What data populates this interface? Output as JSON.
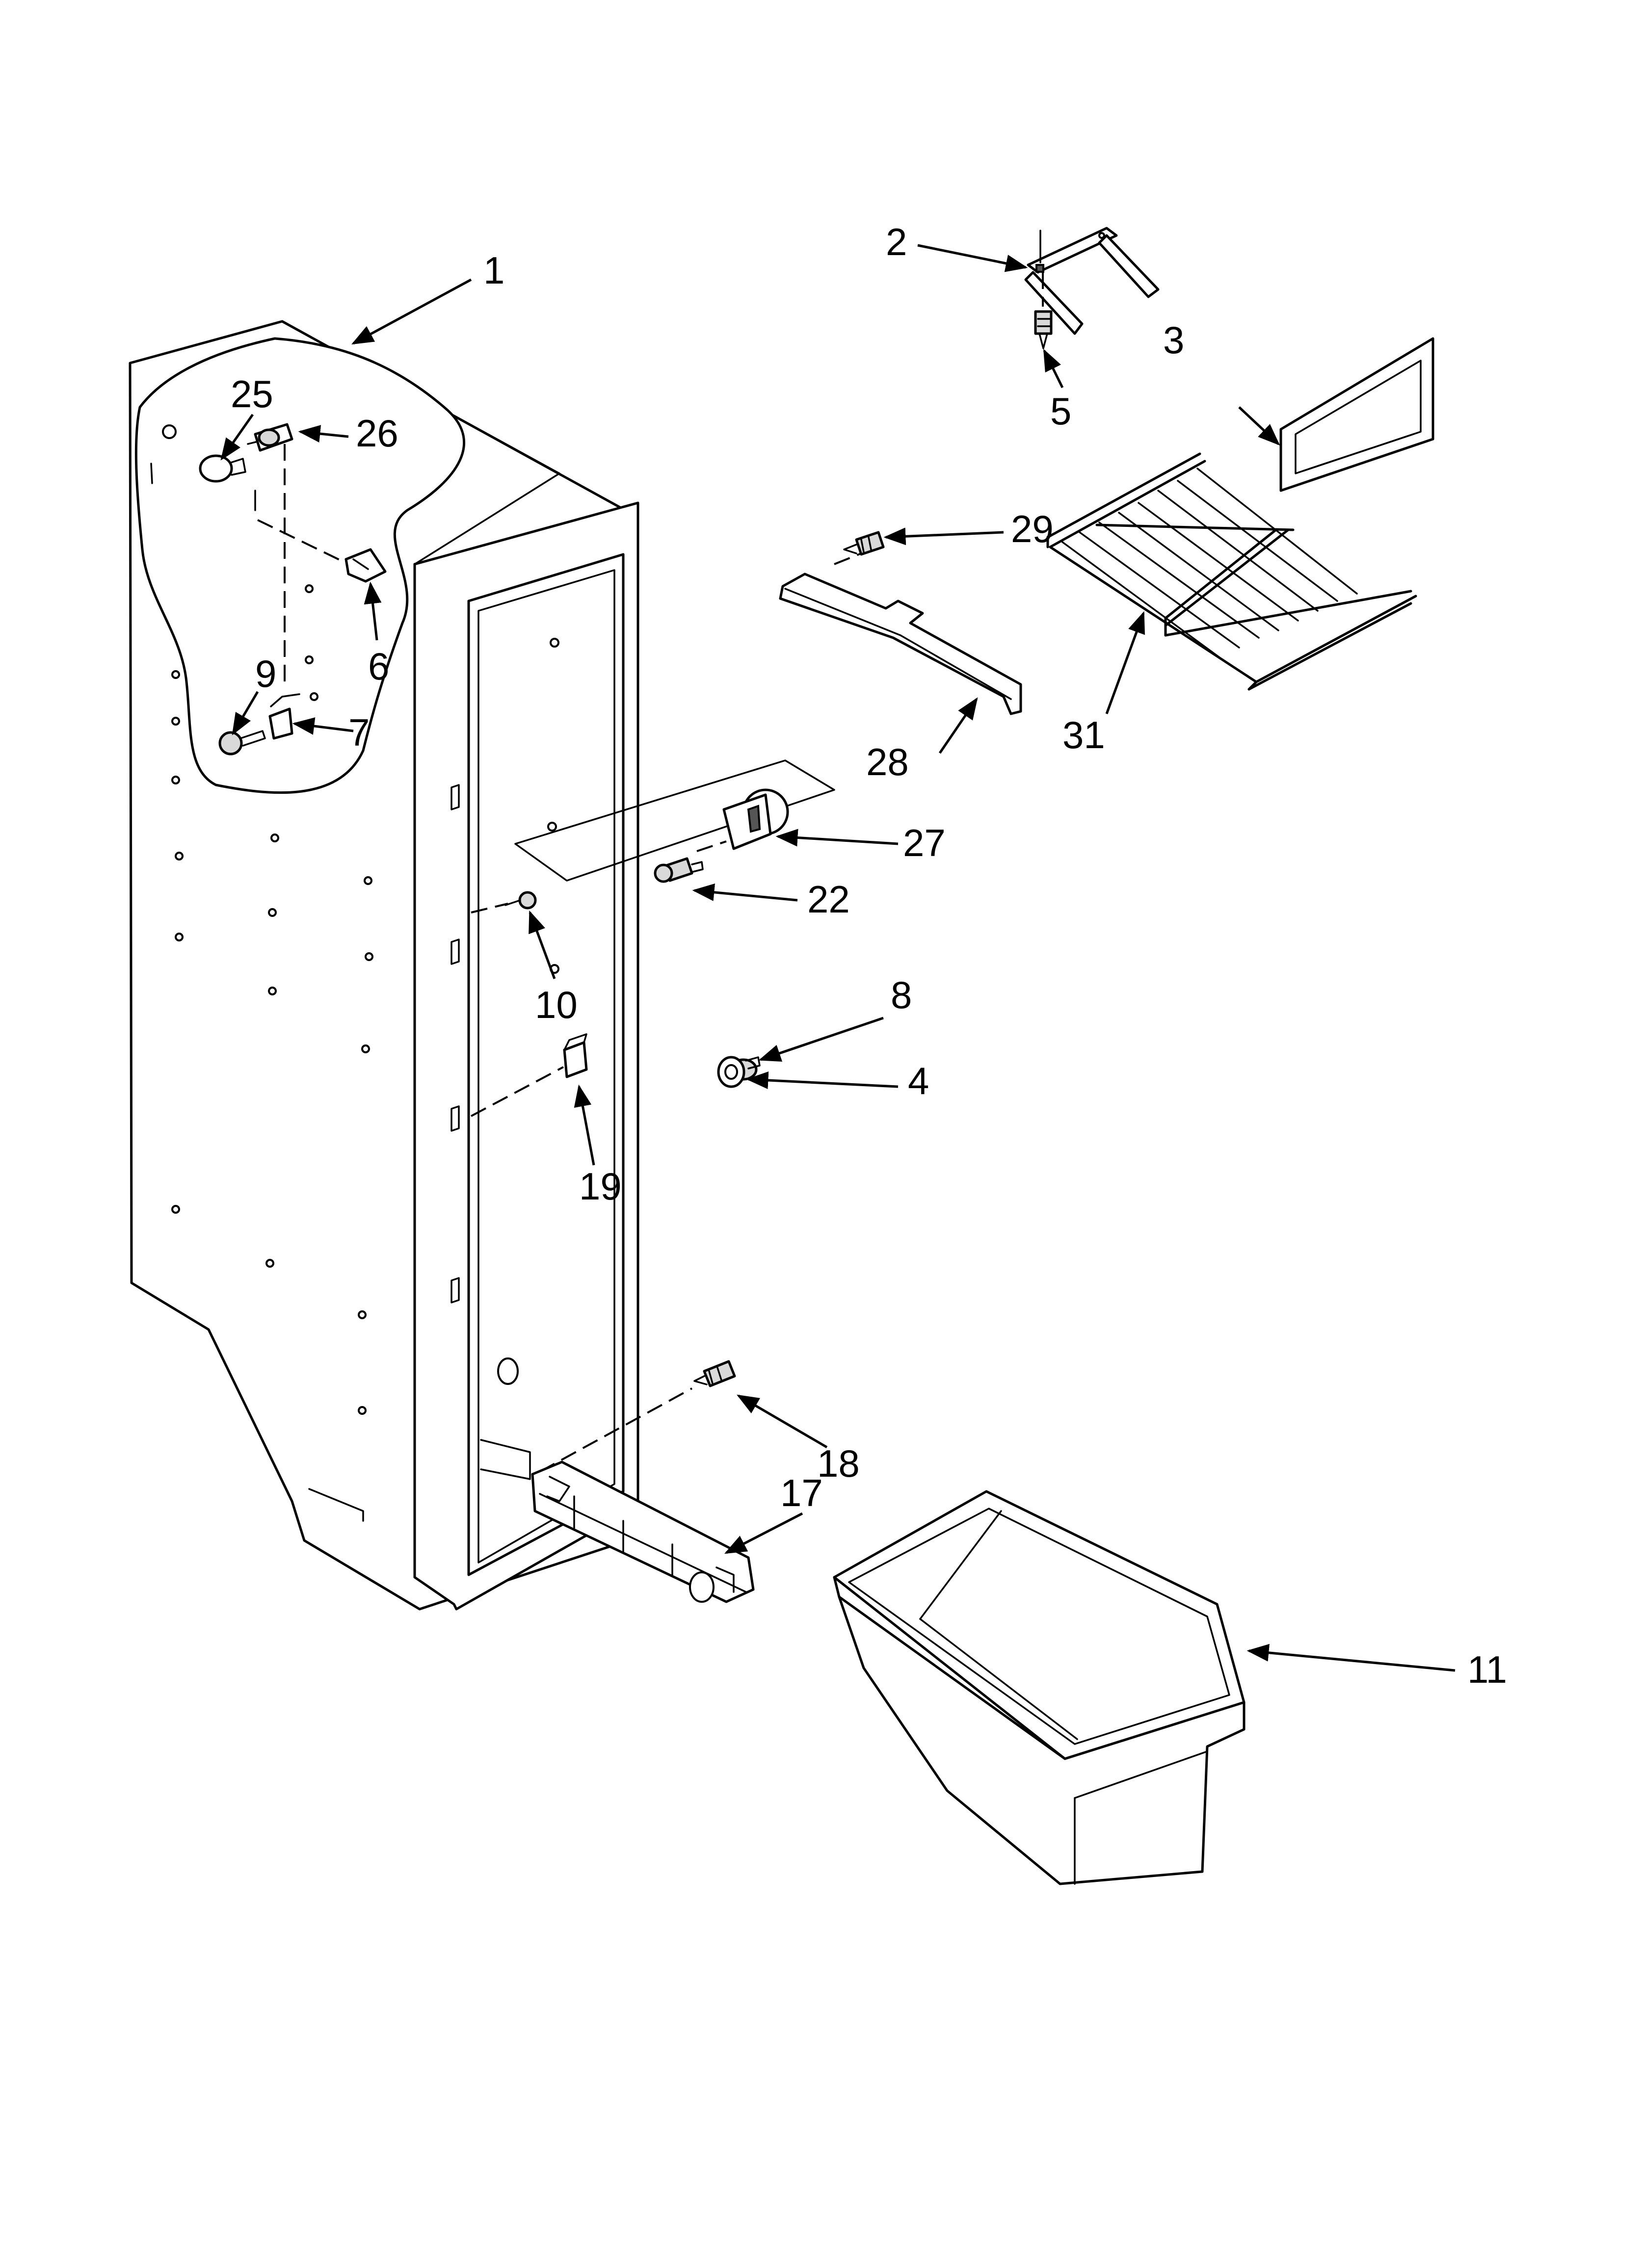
{
  "callouts": {
    "c1": "1",
    "c2": "2",
    "c3": "3",
    "c4": "4",
    "c5": "5",
    "c6": "6",
    "c7": "7",
    "c8": "8",
    "c9": "9",
    "c10": "10",
    "c11": "11",
    "c17": "17",
    "c18": "18",
    "c19": "19",
    "c22": "22",
    "c25": "25",
    "c26": "26",
    "c27": "27",
    "c28": "28",
    "c29": "29",
    "c31": "31"
  }
}
